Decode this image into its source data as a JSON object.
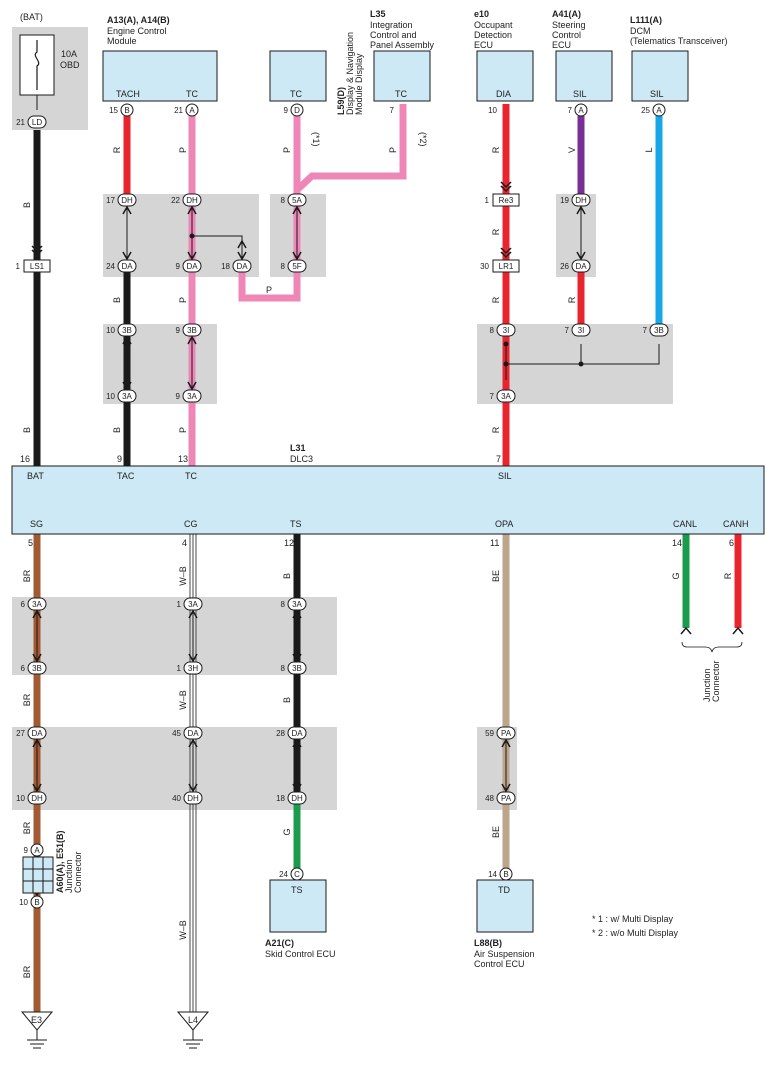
{
  "colors": {
    "B": "#1a1a1a",
    "R": "#e8252e",
    "P": "#ee86b8",
    "BR": "#a25a34",
    "V": "#7a2f96",
    "L": "#18a7e6",
    "G": "#1d9b4c",
    "BE": "#bda58b",
    "W-B": "#4a4a4a",
    "box": "#cde9f6",
    "shade": "#d5d5d5"
  },
  "labels": {
    "bat": "(BAT)",
    "fuse": "10A\nOBD",
    "ecm_code": "A13(A), A14(B)",
    "ecm_name": "Engine Control\nModule",
    "l59_code": "L59(D)",
    "l59_name": "Display & Navigation\nModule Display",
    "l35_code": "L35",
    "l35_name": "Integration\nControl and\nPanel Assembly",
    "e10_code": "e10",
    "e10_name": "Occupant\nDetection\nECU",
    "a41_code": "A41(A)",
    "a41_name": "Steering\nControl\nECU",
    "l111_code": "L111(A)",
    "l111_name": "DCM\n(Telematics Transceiver)",
    "dlc_code": "L31",
    "dlc_name": "DLC3",
    "a21_code": "A21(C)",
    "a21_name": "Skid Control ECU",
    "l88_code": "L88(B)",
    "l88_name": "Air Suspension\nControl ECU",
    "jc_code": "A60(A), E51(B)",
    "jc_name": "Junction\nConnector",
    "jc2_name": "Junction\nConnector",
    "note1": "* 1 : w/ Multi Display",
    "note2": "* 2 : w/o Multi Display",
    "ground_e3": "E3",
    "ground_l4": "L4",
    "star1": "(*1)",
    "star2": "(*2)"
  },
  "dlc_pins_top": [
    {
      "name": "BAT",
      "pin": "16"
    },
    {
      "name": "TAC",
      "pin": "9"
    },
    {
      "name": "TC",
      "pin": "13"
    },
    {
      "name": "SIL",
      "pin": "7"
    }
  ],
  "dlc_pins_bottom": [
    {
      "name": "SG",
      "pin": "5"
    },
    {
      "name": "CG",
      "pin": "4"
    },
    {
      "name": "TS",
      "pin": "12"
    },
    {
      "name": "OPA",
      "pin": "11"
    },
    {
      "name": "CANL",
      "pin": "14"
    },
    {
      "name": "CANH",
      "pin": "6"
    }
  ],
  "ecu_pins": {
    "tach": "TACH",
    "tc": "TC",
    "dia": "DIA",
    "sil": "SIL",
    "ts": "TS",
    "td": "TD"
  },
  "wire_colors": {
    "B": "B",
    "R": "R",
    "P": "P",
    "V": "V",
    "L": "L",
    "BR": "BR",
    "WB": "W–B",
    "G": "G",
    "BE": "BE"
  }
}
